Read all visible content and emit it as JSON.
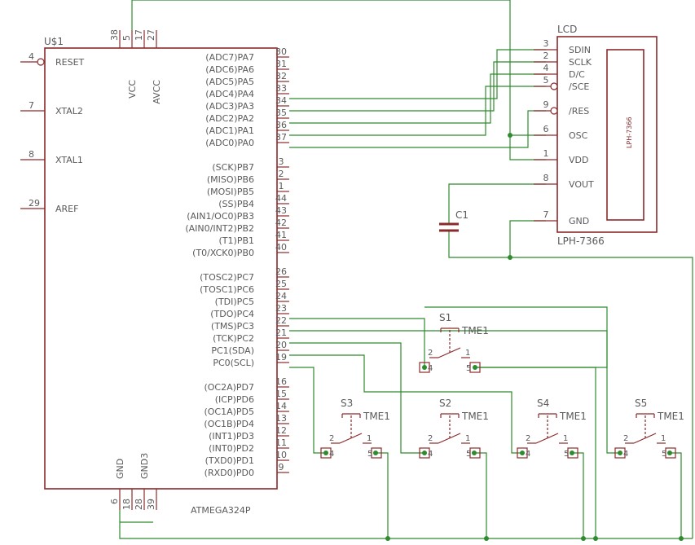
{
  "mcu": {
    "name": "U$1",
    "value": "ATMEGA324P",
    "left_pins": [
      {
        "num": "4",
        "label": "RESET"
      },
      {
        "num": "7",
        "label": "XTAL2"
      },
      {
        "num": "8",
        "label": "XTAL1"
      },
      {
        "num": "29",
        "label": "AREF"
      }
    ],
    "top_pins": [
      {
        "num": "38",
        "label": ""
      },
      {
        "num": "5",
        "label": "VCC"
      },
      {
        "num": "17",
        "label": ""
      },
      {
        "num": "27",
        "label": "AVCC"
      }
    ],
    "bottom_pins": [
      {
        "num": "6",
        "label": "GND"
      },
      {
        "num": "18",
        "label": ""
      },
      {
        "num": "28",
        "label": "GND3"
      },
      {
        "num": "39",
        "label": ""
      }
    ],
    "right_pins": [
      {
        "num": "30",
        "label": "(ADC7)PA7"
      },
      {
        "num": "31",
        "label": "(ADC6)PA6"
      },
      {
        "num": "32",
        "label": "(ADC5)PA5"
      },
      {
        "num": "33",
        "label": "(ADC4)PA4"
      },
      {
        "num": "34",
        "label": "(ADC3)PA3"
      },
      {
        "num": "35",
        "label": "(ADC2)PA2"
      },
      {
        "num": "36",
        "label": "(ADC1)PA1"
      },
      {
        "num": "37",
        "label": "(ADC0)PA0"
      },
      {
        "num": "3",
        "label": "(SCK)PB7"
      },
      {
        "num": "2",
        "label": "(MISO)PB6"
      },
      {
        "num": "1",
        "label": "(MOSI)PB5"
      },
      {
        "num": "44",
        "label": "(SS)PB4"
      },
      {
        "num": "43",
        "label": "(AIN1/OC0)PB3"
      },
      {
        "num": "42",
        "label": "(AIN0/INT2)PB2"
      },
      {
        "num": "41",
        "label": "(T1)PB1"
      },
      {
        "num": "40",
        "label": "(T0/XCK0)PB0"
      },
      {
        "num": "26",
        "label": "(TOSC2)PC7"
      },
      {
        "num": "25",
        "label": "(TOSC1)PC6"
      },
      {
        "num": "24",
        "label": "(TDI)PC5"
      },
      {
        "num": "23",
        "label": "(TDO)PC4"
      },
      {
        "num": "22",
        "label": "(TMS)PC3"
      },
      {
        "num": "21",
        "label": "(TCK)PC2"
      },
      {
        "num": "20",
        "label": "PC1(SDA)"
      },
      {
        "num": "19",
        "label": "PC0(SCL)"
      },
      {
        "num": "16",
        "label": "(OC2A)PD7"
      },
      {
        "num": "15",
        "label": "(ICP)PD6"
      },
      {
        "num": "14",
        "label": "(OC1A)PD5"
      },
      {
        "num": "13",
        "label": "(OC1B)PD4"
      },
      {
        "num": "12",
        "label": "(INT1)PD3"
      },
      {
        "num": "11",
        "label": "(INT0)PD2"
      },
      {
        "num": "10",
        "label": "(TXD0)PD1"
      },
      {
        "num": "9",
        "label": "(RXD0)PD0"
      }
    ]
  },
  "lcd": {
    "name": "LCD",
    "value": "LPH-7366",
    "inner_label": "LPH-7366",
    "pins": [
      {
        "num": "3",
        "label": "SDIN"
      },
      {
        "num": "2",
        "label": "SCLK"
      },
      {
        "num": "4",
        "label": "D/C"
      },
      {
        "num": "5",
        "label": "/SCE"
      },
      {
        "num": "9",
        "label": "/RES"
      },
      {
        "num": "6",
        "label": "OSC"
      },
      {
        "num": "1",
        "label": "VDD"
      },
      {
        "num": "8",
        "label": "VOUT"
      },
      {
        "num": "7",
        "label": "GND"
      }
    ]
  },
  "capacitor": {
    "name": "C1"
  },
  "switches": [
    {
      "name": "S1",
      "value": "TME1",
      "pin_a": "2",
      "pin_b": "1",
      "pin_c": "4",
      "pin_d": "5"
    },
    {
      "name": "S3",
      "value": "TME1",
      "pin_a": "2",
      "pin_b": "1",
      "pin_c": "4",
      "pin_d": "5"
    },
    {
      "name": "S2",
      "value": "TME1",
      "pin_a": "2",
      "pin_b": "1",
      "pin_c": "4",
      "pin_d": "5"
    },
    {
      "name": "S4",
      "value": "TME1",
      "pin_a": "2",
      "pin_b": "1",
      "pin_c": "4",
      "pin_d": "5"
    },
    {
      "name": "S5",
      "value": "TME1",
      "pin_a": "2",
      "pin_b": "1",
      "pin_c": "4",
      "pin_d": "5"
    }
  ],
  "colors": {
    "symbol": "#8b2a2a",
    "wire": "#2e8b2e",
    "text": "#5a5a5a",
    "background": "#ffffff"
  }
}
